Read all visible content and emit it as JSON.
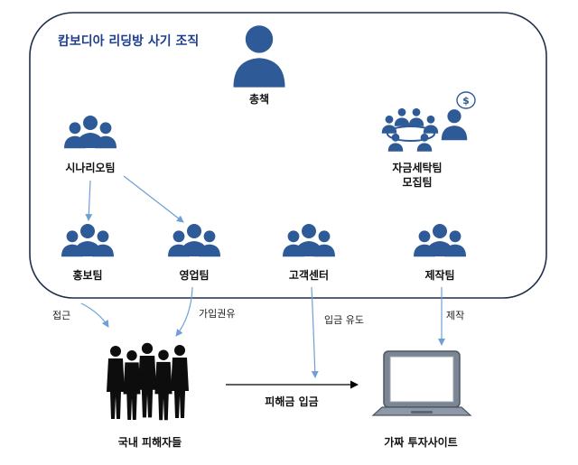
{
  "title": "캄보디아 리딩방 사기 조직",
  "nodes": {
    "boss": "총책",
    "scenario": "시나리오팀",
    "laundering": "자금세탁팀\n모집팀",
    "promo": "홍보팀",
    "sales": "영업팀",
    "callcenter": "고객센터",
    "production": "제작팀",
    "victims": "국내 피해자들",
    "fake_site": "가짜 투자사이트"
  },
  "edges": {
    "approach": "접근",
    "recruit": "가입권유",
    "deposit_lure": "입금 유도",
    "produce": "제작",
    "victim_deposit": "피해금 입금"
  },
  "icons": {
    "boss": "person-icon",
    "team": "group-icon",
    "meeting": "meeting-icon",
    "victims": "crowd-silhouette-icon",
    "laptop": "laptop-icon"
  },
  "colors": {
    "accent": "#2e5a97",
    "title": "#1f3f8f",
    "arrow": "#6f9fd6",
    "frame": "#1f2f4a"
  }
}
